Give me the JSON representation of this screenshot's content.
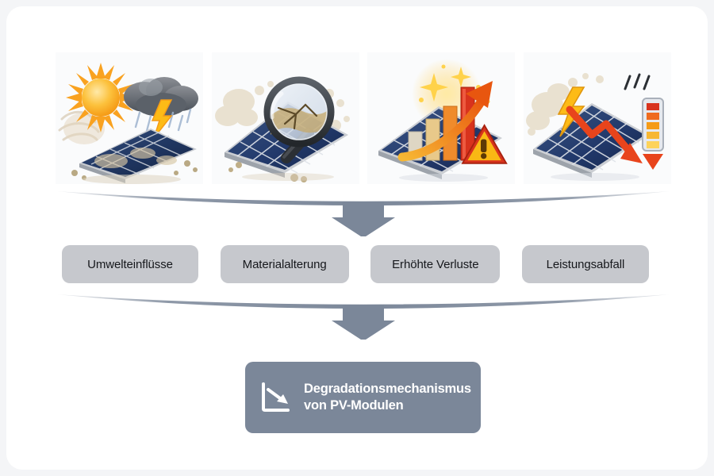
{
  "diagram": {
    "title": "Degradationsmechanismus von PV-Modulen Flussdiagramm",
    "colors": {
      "card_background": "#ffffff",
      "page_background": "#f4f5f7",
      "pill_fill": "#c6c8cd",
      "pill_text": "#16181c",
      "connector": "#7b8799",
      "result_fill": "#7b8799",
      "result_text": "#ffffff",
      "illustration_panel": "#fafbfc"
    }
  },
  "illustrations": [
    {
      "name": "environmental-influences-illustration",
      "alt": "Sonne, Gewitterwolke mit Blitz und Regen, staubiges Solarmodul",
      "elements": [
        "sun",
        "storm-cloud",
        "lightning-bolt",
        "rain",
        "dust",
        "solar-panel"
      ]
    },
    {
      "name": "material-aging-illustration",
      "alt": "Lupe über einem gerissenen, verschmutzten Solarmodul",
      "elements": [
        "magnifier",
        "crack",
        "dust",
        "solar-panel"
      ]
    },
    {
      "name": "increased-losses-illustration",
      "alt": "Steigendes Balkendiagramm mit orangem Aufwärtspfeil und Warndreieck auf Solarmodul",
      "elements": [
        "bar-chart",
        "up-arrow",
        "warning-triangle",
        "sparkle",
        "solar-panel"
      ]
    },
    {
      "name": "performance-drop-illustration",
      "alt": "Solarmodul mit Blitz, rotem Abwärtspfeil und Batterieanzeige",
      "elements": [
        "lightning-bolt",
        "down-trend-arrow",
        "battery-indicator",
        "dust",
        "solar-panel"
      ]
    }
  ],
  "connectors": [
    {
      "name": "connector-top",
      "icon": "down-arrow",
      "shape": "curve-with-down-arrow"
    },
    {
      "name": "connector-bottom",
      "icon": "down-arrow",
      "shape": "curve-with-down-arrow"
    }
  ],
  "pills": [
    {
      "label": "Umwelteinflüsse"
    },
    {
      "label": "Materialalterung"
    },
    {
      "label": "Erhöhte Verluste"
    },
    {
      "label": "Leistungsabfall"
    }
  ],
  "result": {
    "icon": "declining-chart-icon",
    "line1": "Degradationsmechanismus",
    "line2": "von PV-Modulen"
  }
}
